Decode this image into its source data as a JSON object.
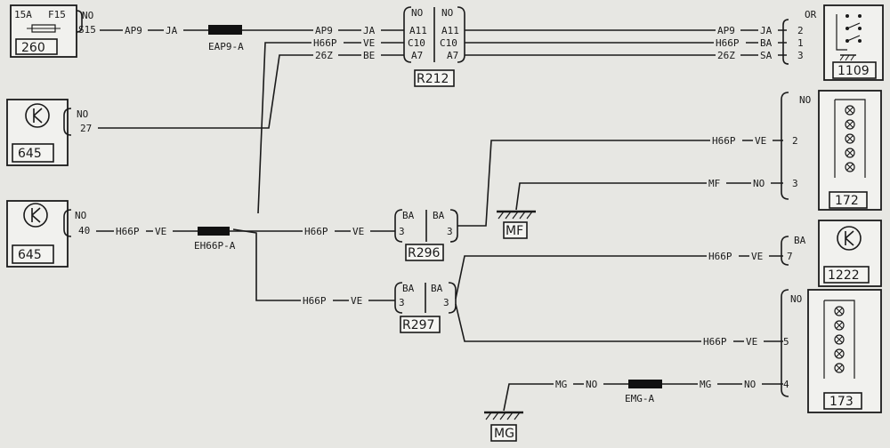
{
  "components": {
    "c260": {
      "number": "260",
      "fuse_rating": "15A",
      "fuse_id": "F15",
      "connector": "NO",
      "pin": "S15"
    },
    "c645_top": {
      "number": "645",
      "connector": "NO",
      "pin": "27"
    },
    "c645_bottom": {
      "number": "645",
      "connector": "NO",
      "pin": "40"
    },
    "c1109": {
      "number": "1109",
      "connector": "OR",
      "pins": [
        "2",
        "1",
        "3"
      ]
    },
    "c172": {
      "number": "172",
      "connector": "NO",
      "pins": [
        "2",
        "3"
      ]
    },
    "c1222": {
      "number": "1222",
      "connector": "BA",
      "pin": "7"
    },
    "c173": {
      "number": "173",
      "connector": "NO",
      "pins": [
        "5",
        "4"
      ]
    }
  },
  "connectors": {
    "r212": {
      "number": "R212",
      "left_header": "NO",
      "right_header": "NO",
      "left_pins": [
        "A11",
        "C10",
        "A7"
      ],
      "right_pins": [
        "A11",
        "C10",
        "A7"
      ]
    },
    "r296": {
      "number": "R296",
      "left_header": "BA",
      "right_header": "BA",
      "left_pin": "3",
      "right_pin": "3"
    },
    "r297": {
      "number": "R297",
      "left_header": "BA",
      "right_header": "BA",
      "left_pin": "3",
      "right_pin": "3"
    }
  },
  "splices": {
    "eap9": "EAP9-A",
    "eh66p": "EH66P-A",
    "emg": "EMG-A"
  },
  "grounds": {
    "mf": "MF",
    "mg": "MG"
  },
  "wires": {
    "ap9_left": {
      "code": "AP9",
      "color": "JA"
    },
    "ap9_mid": {
      "code": "AP9",
      "color": "JA"
    },
    "ap9_right": {
      "code": "AP9",
      "color": "JA"
    },
    "h66p_mid": {
      "code": "H66P",
      "color": "VE"
    },
    "h66p_right": {
      "code": "H66P",
      "color": "BA"
    },
    "z26_mid": {
      "code": "26Z",
      "color": "BE"
    },
    "z26_right": {
      "code": "26Z",
      "color": "SA"
    },
    "h66p_645": {
      "code": "H66P",
      "color": "VE"
    },
    "h66p_r296": {
      "code": "H66P",
      "color": "VE"
    },
    "h66p_r297": {
      "code": "H66P",
      "color": "VE"
    },
    "h66p_172": {
      "code": "H66P",
      "color": "VE"
    },
    "mf_172": {
      "code": "MF",
      "color": "NO"
    },
    "h66p_1222": {
      "code": "H66P",
      "color": "VE"
    },
    "h66p_173": {
      "code": "H66P",
      "color": "VE"
    },
    "mg_left": {
      "code": "MG",
      "color": "NO"
    },
    "mg_right": {
      "code": "MG",
      "color": "NO"
    }
  }
}
